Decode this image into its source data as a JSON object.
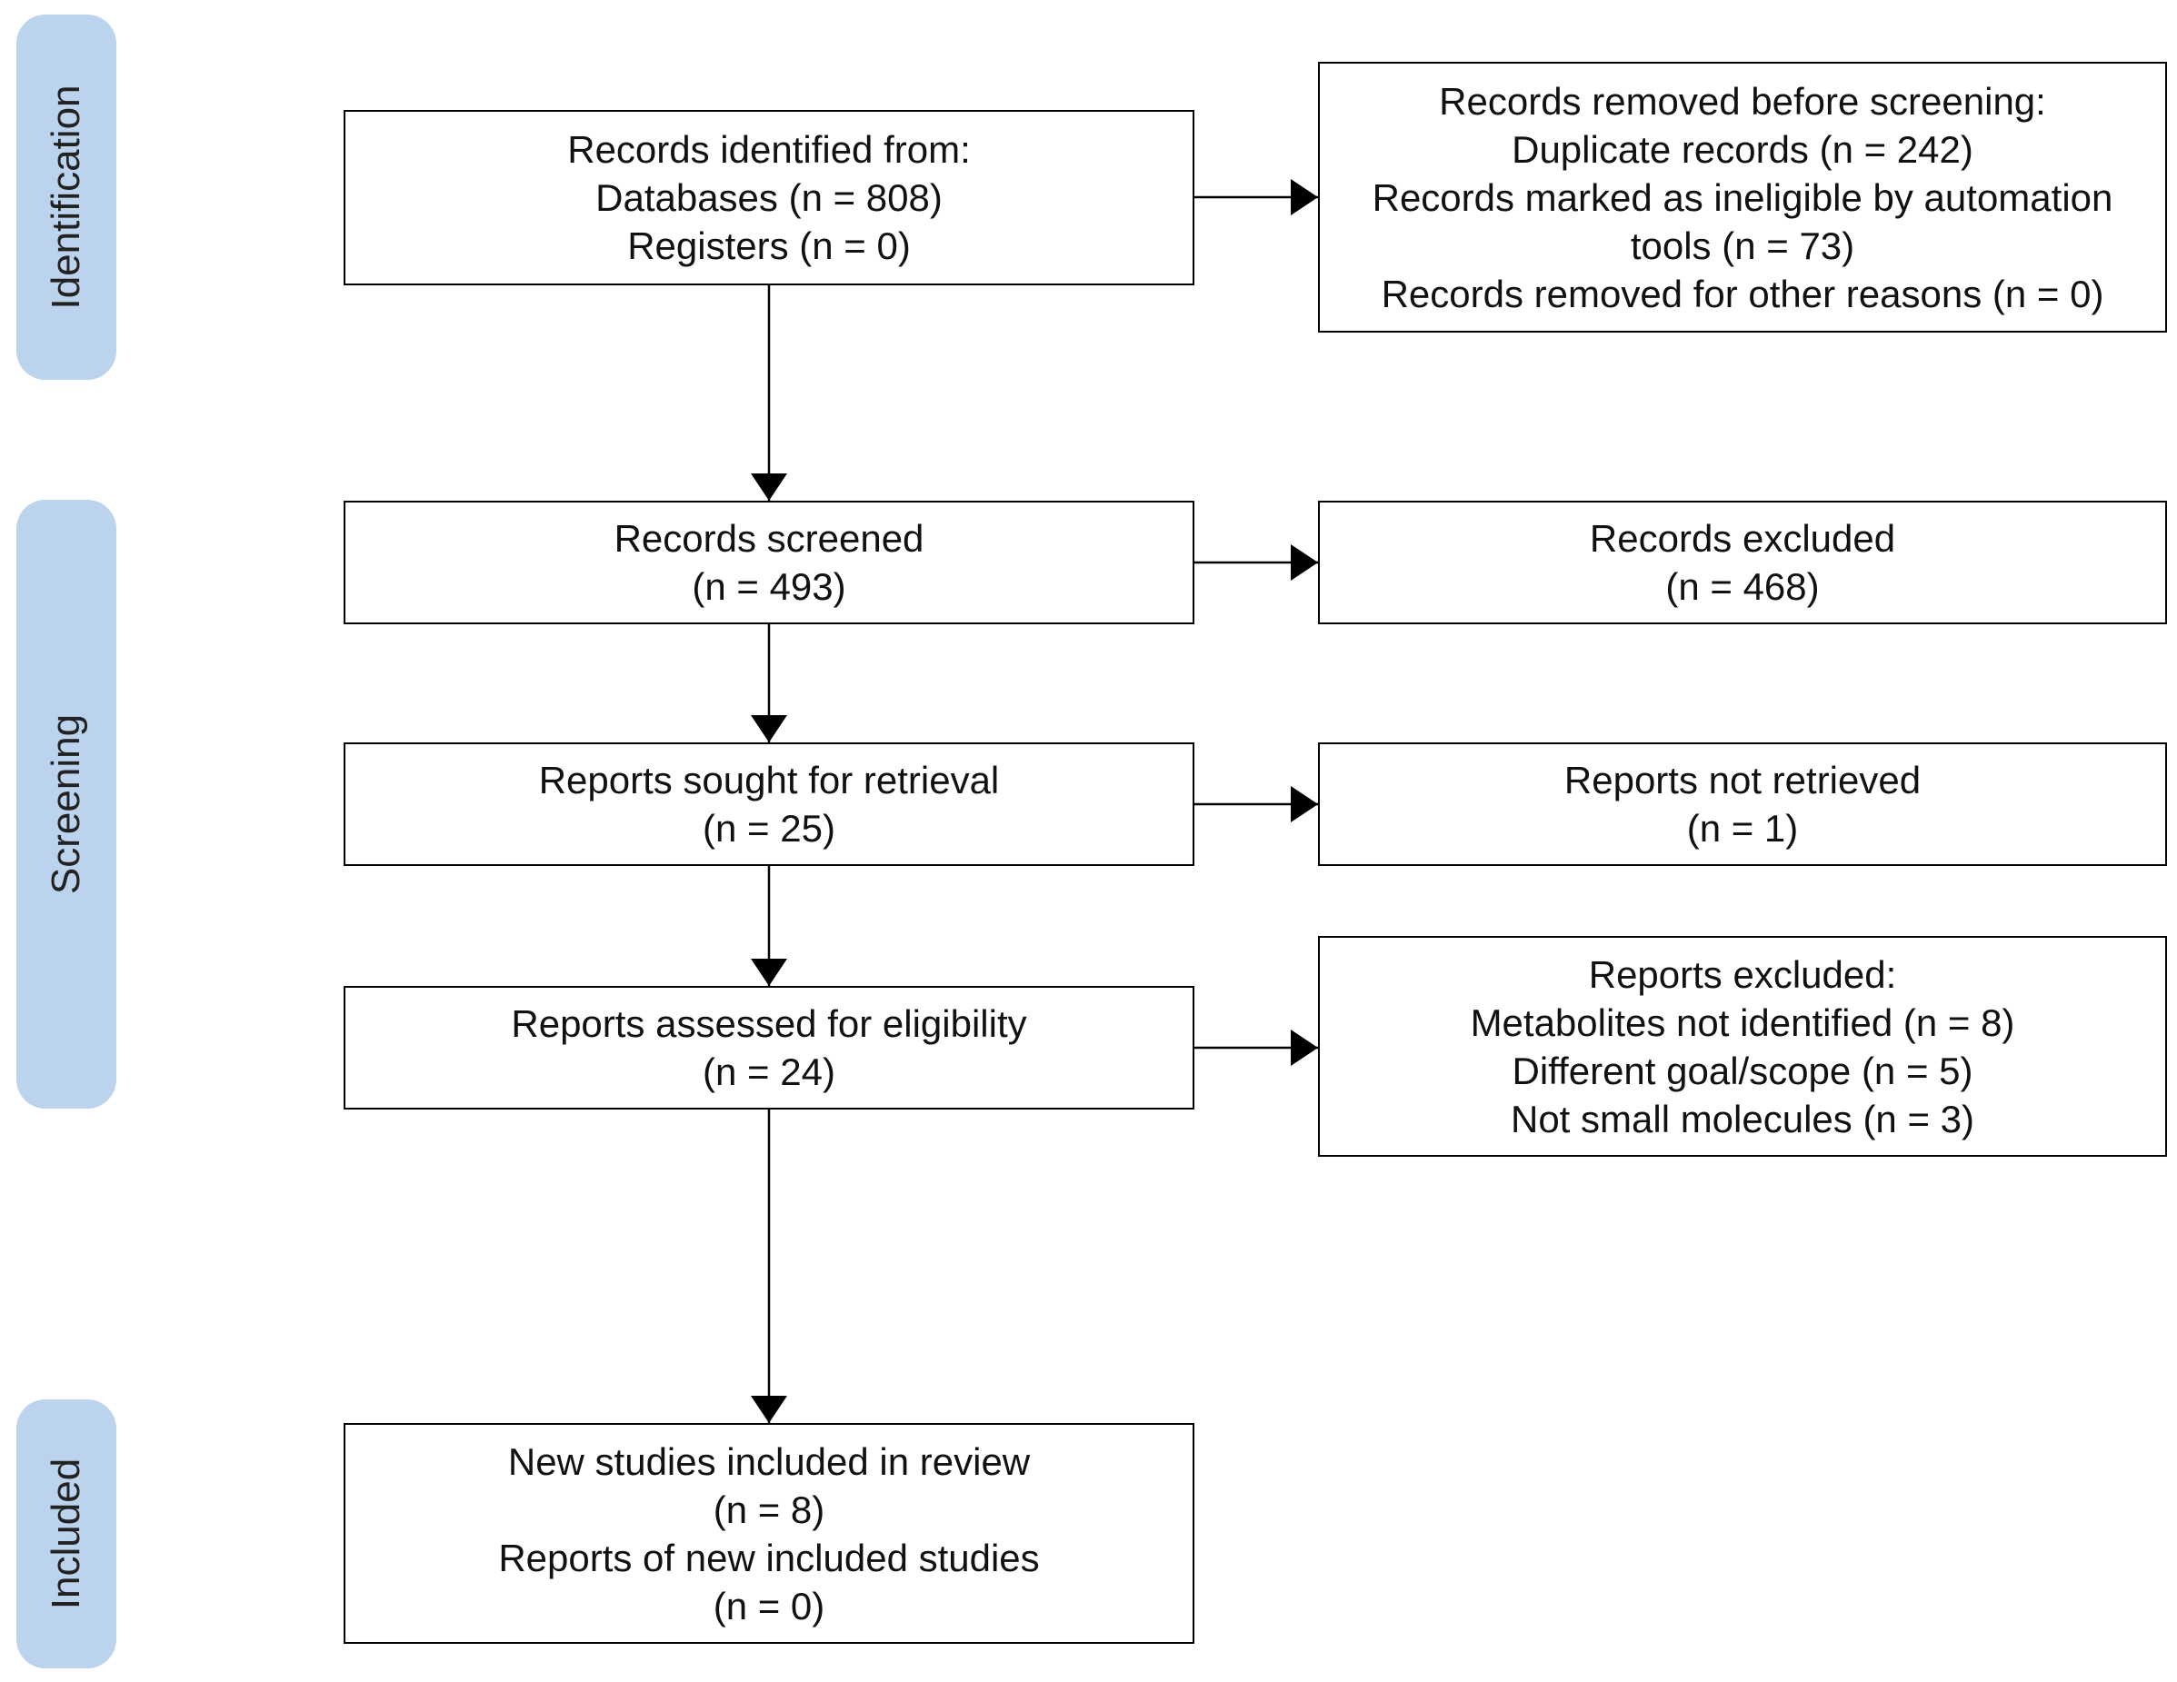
{
  "phases": {
    "identification": "Identification",
    "screening": "Screening",
    "included": "Included"
  },
  "boxes": {
    "identified": [
      "Records identified from:",
      "Databases (n = 808)",
      "Registers (n = 0)"
    ],
    "removed": [
      "Records removed before screening:",
      "Duplicate records (n = 242)",
      "Records marked as ineligible by automation",
      "tools (n = 73)",
      "Records removed for other reasons (n = 0)"
    ],
    "screened": [
      "Records screened",
      "(n = 493)"
    ],
    "excluded": [
      "Records excluded",
      "(n = 468)"
    ],
    "sought": [
      "Reports sought for retrieval",
      "(n = 25)"
    ],
    "not_retrieved": [
      "Reports not retrieved",
      "(n = 1)"
    ],
    "assessed": [
      "Reports assessed for eligibility",
      "(n = 24)"
    ],
    "reports_excluded": [
      "Reports excluded:",
      "Metabolites not identified (n =  8)",
      "Different goal/scope (n =  5)",
      "Not small molecules (n =  3)"
    ],
    "included": [
      "New studies included in review",
      "(n = 8)",
      "Reports of new included studies",
      "(n = 0)"
    ]
  },
  "colors": {
    "phase_fill": "#bcd3ee",
    "line": "#000000"
  }
}
